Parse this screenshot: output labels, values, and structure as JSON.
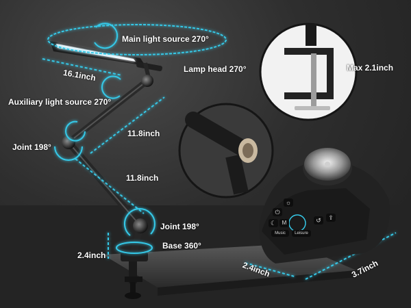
{
  "labels": {
    "main_light": "Main light source 270°",
    "lamp_head": "Lamp head 270°",
    "head_width": "16.1inch",
    "aux_light": "Auxiliary light source 270°",
    "upper_arm": "11.8inch",
    "joint_upper": "Joint 198°",
    "lower_arm": "11.8inch",
    "joint_lower": "Joint 198°",
    "base_rot": "Base 360°",
    "base_height": "2.4inch",
    "clamp_max": "Max 2.1inch",
    "ctrl_width": "2.4inch",
    "ctrl_length": "3.7inch"
  },
  "controller_buttons": [
    "☼",
    "⏻",
    "☾",
    "M",
    "Music",
    "Leisure",
    "↺",
    "⇪"
  ],
  "colors": {
    "accent": "#36c9e8",
    "arm": "#2a2a2a",
    "label": "#ffffff"
  }
}
